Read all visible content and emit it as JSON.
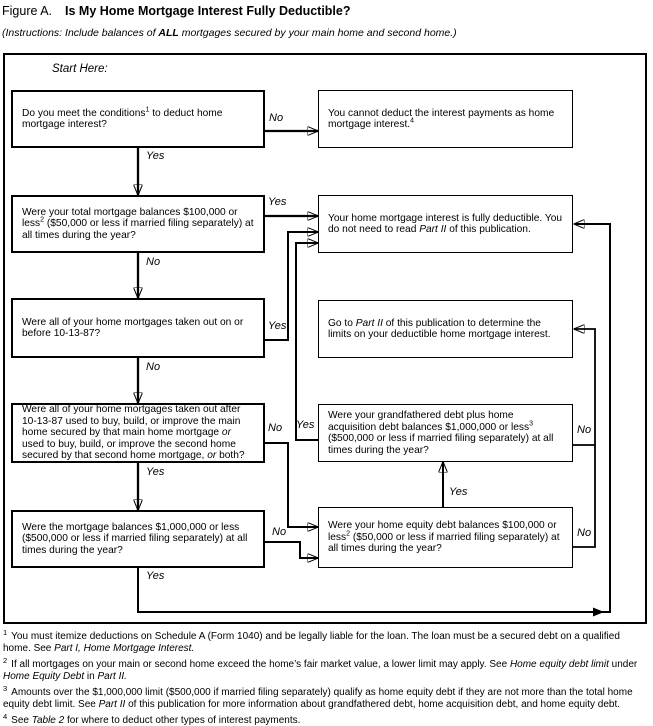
{
  "header": {
    "figure_label": "Figure A.",
    "title": "Is My Home Mortgage Interest Fully Deductible?",
    "instructions": [
      "(Instructions: Include balances of ",
      {
        "b": "ALL"
      },
      " mortgages secured by your main home and second home.)"
    ]
  },
  "flowchart": {
    "start_here": "Start Here:",
    "boxes": {
      "conditions": [
        "Do you meet the conditions",
        {
          "sup": "1"
        },
        " to deduct home mortgage interest?"
      ],
      "cannot_deduct": [
        "You cannot deduct the interest payments as home mortgage interest.",
        {
          "sup": "4"
        }
      ],
      "total_balances": [
        "Were your total mortgage balances $100,000 or less",
        {
          "sup": "2"
        },
        " ($50,000 or less if married filing separately) at all times during the year?"
      ],
      "fully_deductible": [
        "Your home mortgage interest is fully deductible. You do not need to read ",
        {
          "i": "Part II"
        },
        " of this publication."
      ],
      "before_101387": [
        "Were all of your home mortgages taken out on or before 10-13-87?"
      ],
      "go_part2": [
        "Go to ",
        {
          "i": "Part II"
        },
        " of this publication to determine the limits on your deductible home mortgage interest."
      ],
      "after_101387": [
        "Were all of your home mortgages taken out after 10-13-87 used to buy, build, or improve the main home secured by that main home mortgage ",
        {
          "i": "or"
        },
        " used to buy, build, or improve the second home secured by that second home mortgage, ",
        {
          "i": "or"
        },
        " both?"
      ],
      "grandfathered": [
        "Were your grandfathered debt plus home acquisition debt balances $1,000,000 or less",
        {
          "sup": "3"
        },
        " ($500,000 or less if married filing separately) at all times during the year?"
      ],
      "million_balances": [
        "Were the mortgage balances $1,000,000 or less ($500,000 or less if married filing separately) at all times during the year?"
      ],
      "home_equity": [
        "Were your home equity debt balances $100,000 or less",
        {
          "sup": "2"
        },
        " ($50,000 or less if married filing separately) at all times during the year?"
      ]
    },
    "edges": {
      "conditions_no": "No",
      "conditions_yes": "Yes",
      "total_yes": "Yes",
      "total_no": "No",
      "before_yes": "Yes",
      "before_no": "No",
      "after_no": "No",
      "after_yes": "Yes",
      "grandfathered_yes": "Yes",
      "grandfathered_no": "No",
      "million_no": "No",
      "million_yes": "Yes",
      "home_equity_yes": "Yes",
      "home_equity_no": "No"
    }
  },
  "footnotes": [
    {
      "marker": "1",
      "text": [
        "You must itemize deductions on Schedule A (Form 1040) and be legally liable for the loan. The loan must be a secured debt on a qualified home. See ",
        {
          "i": "Part I, Home Mortgage Interest."
        }
      ]
    },
    {
      "marker": "2",
      "text": [
        "If all mortgages on your main or second home exceed the home’s fair market value, a lower limit may apply. See ",
        {
          "i": "Home equity debt limit"
        },
        " under ",
        {
          "i": "Home Equity Debt"
        },
        " in ",
        {
          "i": "Part II."
        }
      ]
    },
    {
      "marker": "3",
      "text": [
        "Amounts over the $1,000,000 limit ($500,000 if married filing separately) qualify as home equity debt if they are not more than the total home equity debt limit. See ",
        {
          "i": "Part II"
        },
        " of this publication for more information about grandfathered debt, home acquisition debt, and home equity debt."
      ]
    },
    {
      "marker": "4",
      "text": [
        "See ",
        {
          "i": "Table 2"
        },
        " for where to deduct other types of interest payments."
      ]
    }
  ],
  "colors": {
    "ink": "#000000",
    "background": "#ffffff"
  }
}
